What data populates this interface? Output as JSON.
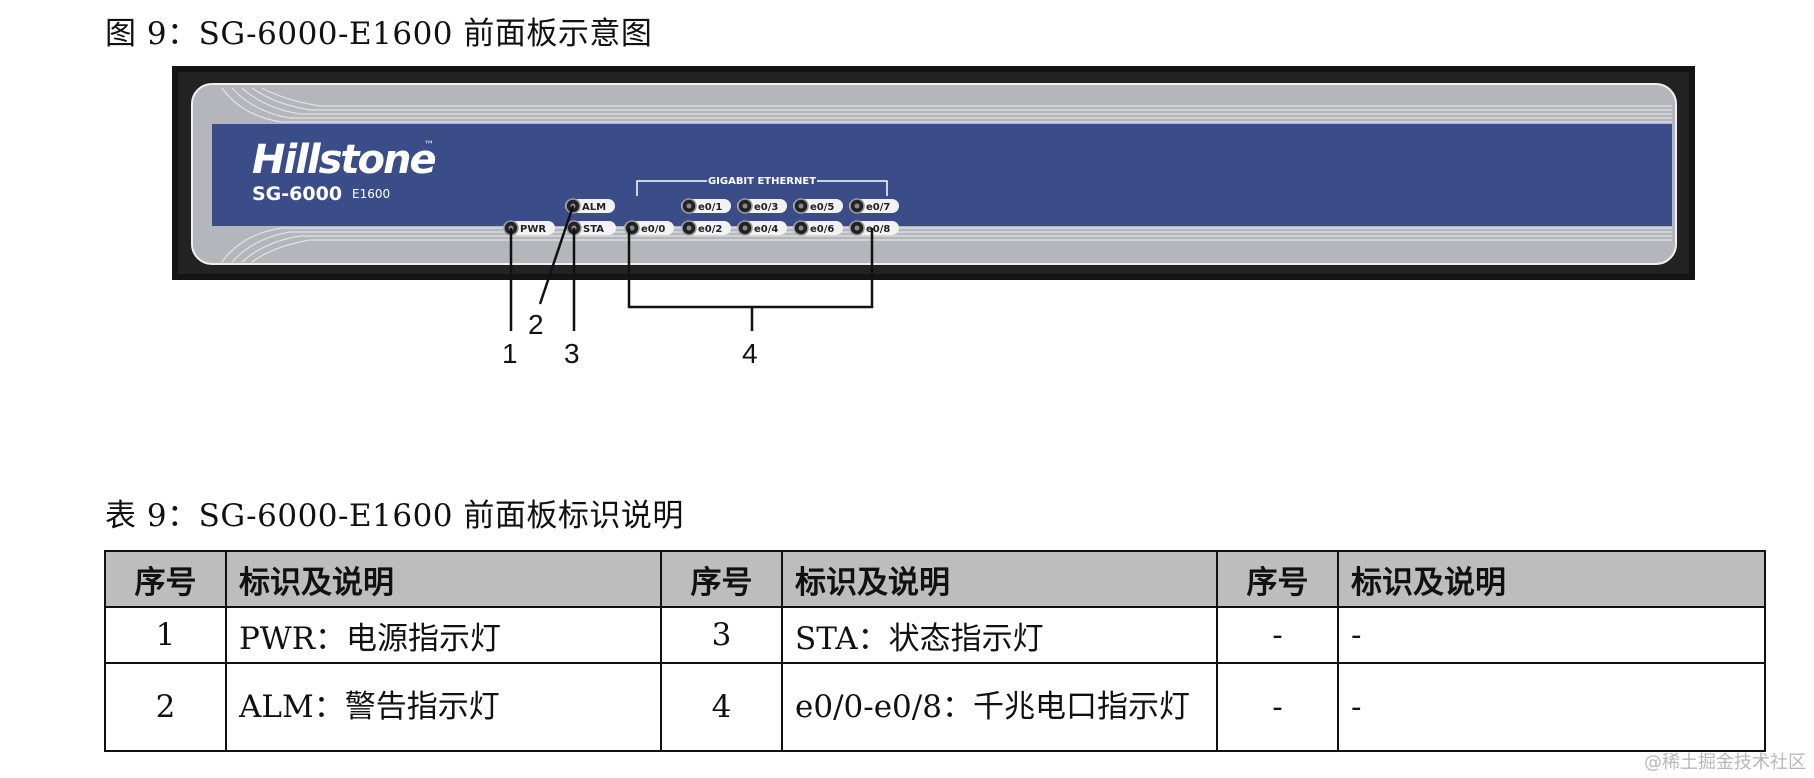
{
  "figure": {
    "caption": "图 9：SG-6000-E1600 前面板示意图",
    "device": {
      "brand": "Hillstone",
      "trademark": "™",
      "model": "SG-6000",
      "submodel": "E1600",
      "group_label": "GIGABIT ETHERNET",
      "indicators": {
        "pwr": "PWR",
        "alm": "ALM",
        "sta": "STA"
      },
      "ports_top": [
        "e0/1",
        "e0/3",
        "e0/5",
        "e0/7"
      ],
      "ports_bottom": [
        "e0/0",
        "e0/2",
        "e0/4",
        "e0/6",
        "e0/8"
      ]
    },
    "callouts": [
      "1",
      "2",
      "3",
      "4"
    ]
  },
  "table": {
    "caption": "表 9：SG-6000-E1600 前面板标识说明",
    "headers": [
      "序号",
      "标识及说明",
      "序号",
      "标识及说明",
      "序号",
      "标识及说明"
    ],
    "rows": [
      [
        "1",
        "PWR：电源指示灯",
        "3",
        "STA：状态指示灯",
        "-",
        "-"
      ],
      [
        "2",
        "ALM：警告指示灯",
        "4",
        "e0/0-e0/8：千兆电口指示灯",
        "-",
        "-"
      ]
    ]
  },
  "watermark": "@稀土掘金技术社区",
  "colors": {
    "panel_blue": "#3a4d88",
    "frame_black": "#141414",
    "header_gray": "#bdbdbd"
  }
}
